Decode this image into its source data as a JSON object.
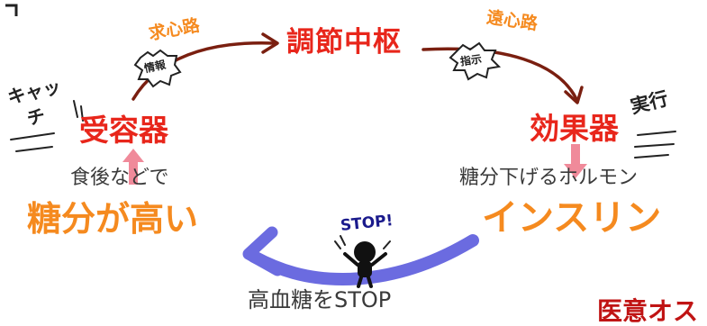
{
  "diagram": {
    "afferent_path": "求心路",
    "efferent_path": "遠心路",
    "control_center": "調節中枢",
    "receptor": "受容器",
    "effector": "効果器",
    "afferent_tag": "情報",
    "efferent_tag": "指示",
    "receptor_sfx_1": "キャッ",
    "receptor_sfx_2": "チ",
    "effector_sfx": "実行",
    "after_meal_text": "食後などで",
    "high_sugar_text": "糖分が高い",
    "hormone_desc": "糖分下げるホルモン",
    "insulin_label": "インスリン",
    "stop_text": "STOP!",
    "stop_caption": "高血糖をSTOP",
    "cutoff_text": "医意オス"
  },
  "colors": {
    "red": "#e8261b",
    "orange": "#f58a1f",
    "arrow_dark": "#7a1f10",
    "return_arrow": "#6b6be0",
    "pink_arrow": "#f08a9a",
    "figure": "#111111"
  }
}
